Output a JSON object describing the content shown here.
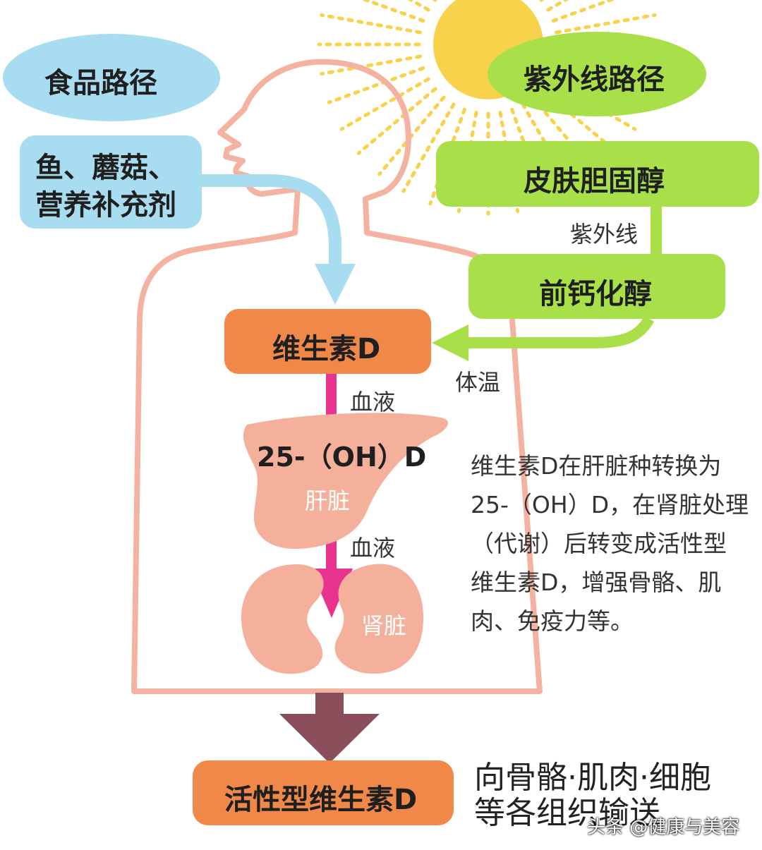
{
  "paths": {
    "food": "食品路径",
    "uv": "紫外线路径"
  },
  "food_sources": {
    "line1": "鱼、蘑菇、",
    "line2": "营养补充剂"
  },
  "uv_path": {
    "skin_cholesterol": "皮肤胆固醇",
    "uv_label": "紫外线",
    "previtamin": "前钙化醇",
    "body_temp_label": "体温"
  },
  "body": {
    "vitamin_d": "维生素D",
    "blood_label_1": "血液",
    "hydroxy_d": "25-（OH）D",
    "liver": "肝脏",
    "blood_label_2": "血液",
    "kidney": "肾脏"
  },
  "explanation": [
    "维生素D在肝脏种转换为",
    "25-（OH）D，在肾脏处理",
    "（代谢）后转变成活性型",
    "维生素D，增强骨骼、肌",
    "肉、免疫力等。"
  ],
  "result": {
    "active_d": "活性型维生素D",
    "dest_line1": "向骨骼·肌肉·细胞",
    "dest_line2": "等各组织输送"
  },
  "watermark": "头条 @健康与美容",
  "colors": {
    "food_blue": "#a8dcf0",
    "uv_green": "#a9e04a",
    "sun_yellow": "#f8d24a",
    "body_outline": "#f4b3a1",
    "organ_pink": "#f5b09c",
    "vitd_orange": "#f0884a",
    "blood_magenta": "#e8338f",
    "dark_arrow": "#8a4f5a"
  },
  "icons": [
    "sun-icon",
    "human-body-outline",
    "liver-icon",
    "kidney-icon"
  ]
}
